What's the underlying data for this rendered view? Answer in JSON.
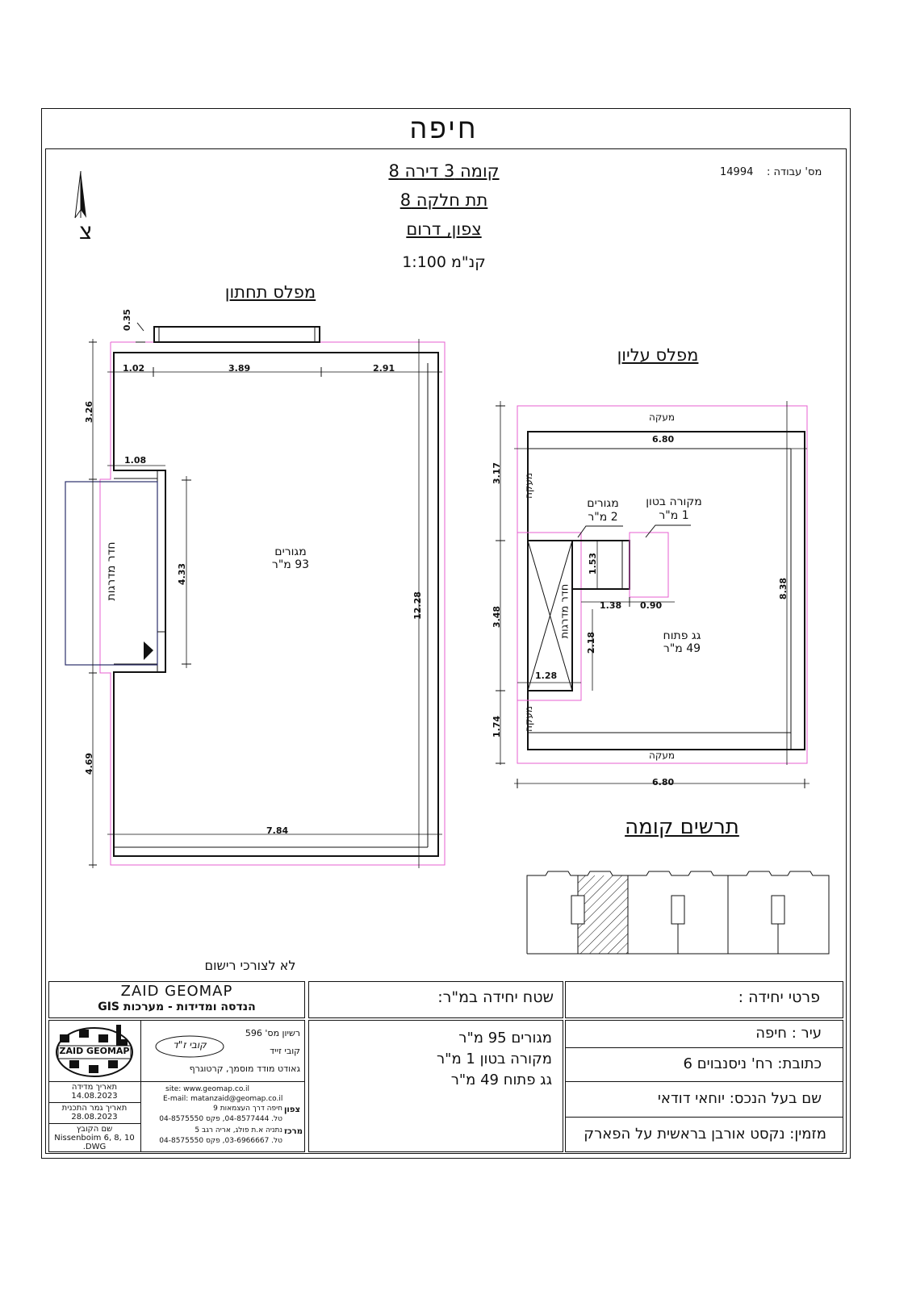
{
  "city_header": "חיפה",
  "header": {
    "title_line1": "קומה 3 דירה 8",
    "title_line2": "תת חלקה 8",
    "title_line3": "צפון, דרום",
    "scale": "קנ\"מ   1:100",
    "job_number_label": "מס' עבודה :",
    "job_number": "14994",
    "north_letter": "צ"
  },
  "lower_floor": {
    "title": "מפלס תחתון",
    "dim_top_height": "0.35",
    "dims_top": [
      "1.02",
      "3.89",
      "2.91"
    ],
    "dim_left_upper": "3.26",
    "dim_left_lower": "4.69",
    "dim_notch_width": "1.08",
    "dim_notch_height": "4.33",
    "dim_right": "12.28",
    "dim_bottom": "7.84",
    "stair_room_label": "חדר מדרגות",
    "room_label": "מגורים",
    "room_area": "93 מ\"ר"
  },
  "upper_floor": {
    "title": "מפלס עליון",
    "parapet_label": "מעקה",
    "dim_top": "6.80",
    "dim_bottom": "6.80",
    "dim_right": "8.38",
    "dim_left_1": "3.17",
    "dim_left_2": "3.48",
    "dim_left_3": "1.74",
    "stair_label": "חדר מדרגות",
    "living_label": "מגורים",
    "living_area": "2 מ\"ר",
    "concrete_label": "מקורה בטון",
    "concrete_area": "1 מ\"ר",
    "open_roof_label": "גג פתוח",
    "open_roof_area": "49 מ\"ר",
    "dim_153": "1.53",
    "dim_138": "1.38",
    "dim_090": "0.90",
    "dim_218": "2.18",
    "dim_128": "1.28"
  },
  "floor_sketch": {
    "title": "תרשים קומה"
  },
  "not_for_registration": "לא לצורכי רישום",
  "company": {
    "name": "ZAID GEOMAP",
    "subtitle": "הנדסה ומדידות - מערכות GIS",
    "logo_text": "ZAID GEOMAP",
    "license": "רשיון מס' 596",
    "surveyor_name": "קובי זייד",
    "surveyor_title": "גאודט מודד מוסמך, קרטוגרף",
    "signature": "קובי ז\"ד",
    "site": "site: www.geomap.co.il",
    "email": "E-mail: matanzaid@geomap.co.il",
    "north_office_label": "צפון",
    "north_office_address": "חיפה דרך העצמאות 9",
    "north_office_phones": "טל. 04-8577444, פקס 04-8575550",
    "center_office_label": "מרכז",
    "center_office_address": "נתניה א.ת פולג, אריה רגב 5",
    "center_office_phones": "טל. 03-6966667, פקס 04-8575550",
    "survey_date_label": "תאריך מדידה",
    "survey_date": "14.08.2023",
    "plan_end_date_label": "תאריך גמר התכנית",
    "plan_end_date": "28.08.2023",
    "file_name_label": "שם הקובץ",
    "file_name": "Nissenboim 6, 8, 10 .DWG"
  },
  "unit_area": {
    "label": "שטח יחידה במ\"ר:",
    "lines": [
      "מגורים 95 מ\"ר",
      "מקורה בטון 1 מ\"ר",
      "גג פתוח 49 מ\"ר"
    ]
  },
  "unit_details": {
    "label": "פרטי יחידה :",
    "city": "עיר : חיפה",
    "address": "כתובת: רח' ניסנבוים 6",
    "owner": "שם בעל הנכס: יוחאי דודאי",
    "client": "מזמין: נקסט אורבן בראשית על הפארק"
  },
  "colors": {
    "line": "#111111",
    "pink": "#e75fd0",
    "navy": "#2b2f6b"
  }
}
